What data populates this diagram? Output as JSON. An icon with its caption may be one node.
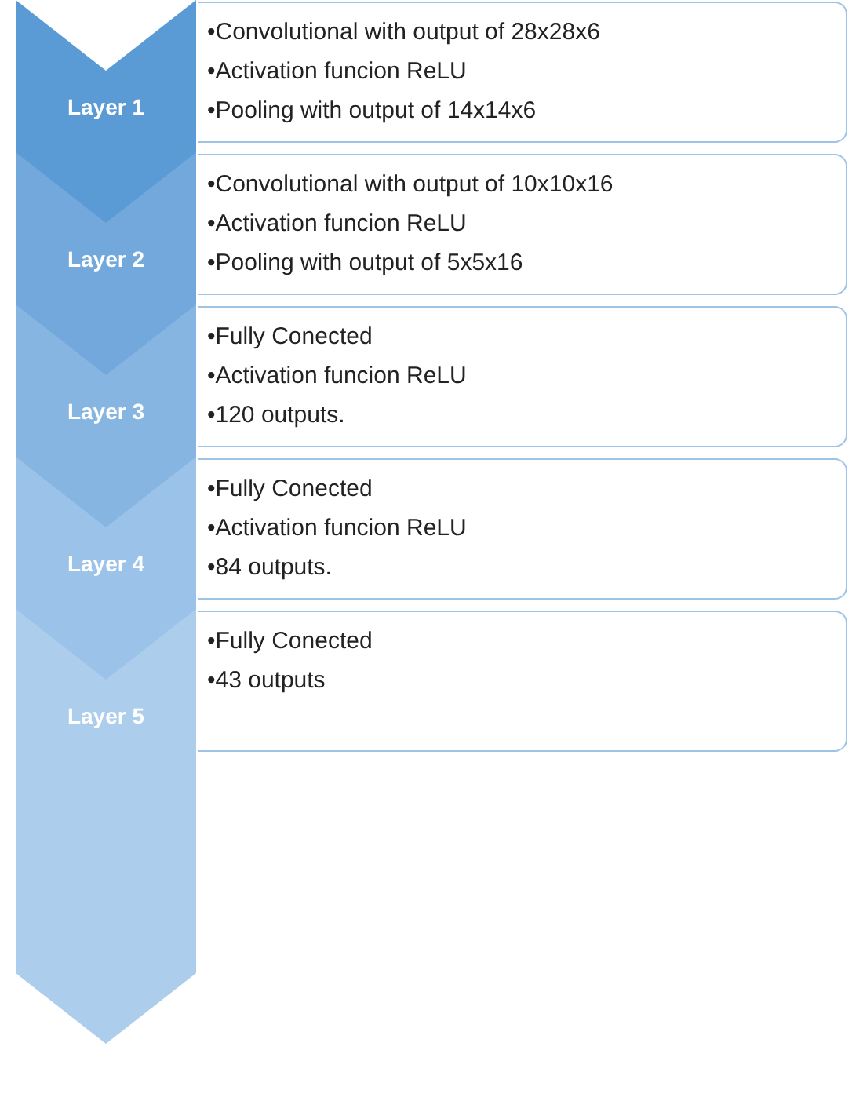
{
  "diagram": {
    "nodes": [
      {
        "text": [
          "Layer 1"
        ]
      },
      {
        "text": [
          "•Convolutional with output  of 28x28x6",
          "•Activation funcion ReLU",
          "•Pooling with output  of 14x14x6"
        ]
      },
      {
        "text": [
          "Layer 2"
        ]
      },
      {
        "text": [
          "•Convolutional with output  of 10x10x16",
          "•Activation funcion ReLU",
          "•Pooling with output of 5x5x16"
        ]
      },
      {
        "text": [
          "Layer 3"
        ]
      },
      {
        "text": [
          "•Fully Conected",
          "•Activation funcion ReLU",
          "•120 outputs."
        ]
      },
      {
        "text": [
          "Layer 4"
        ]
      },
      {
        "text": [
          "•Fully Conected",
          "•Activation funcion ReLU",
          "•84 outputs."
        ]
      },
      {
        "text": [
          "Layer 5"
        ]
      },
      {
        "text": [
          "•Fully Conected",
          "•43 outputs"
        ]
      }
    ]
  }
}
